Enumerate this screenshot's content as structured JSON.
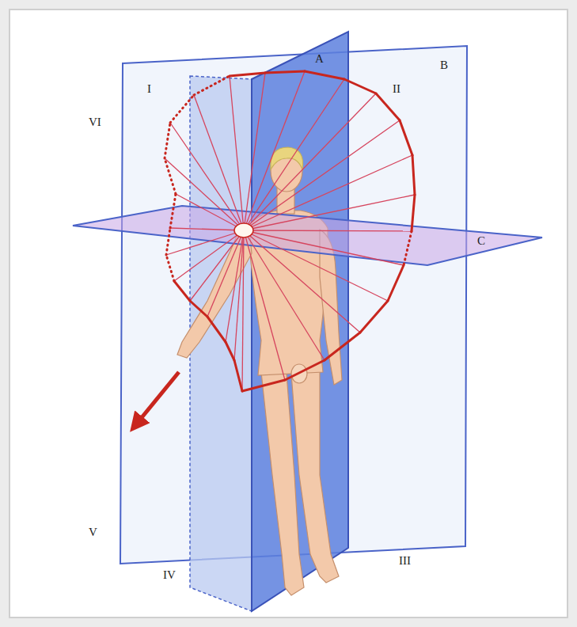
{
  "diagram": {
    "labels": [
      "I",
      "A",
      "II",
      "B",
      "VI",
      "C",
      "V",
      "IV",
      "III"
    ]
  }
}
